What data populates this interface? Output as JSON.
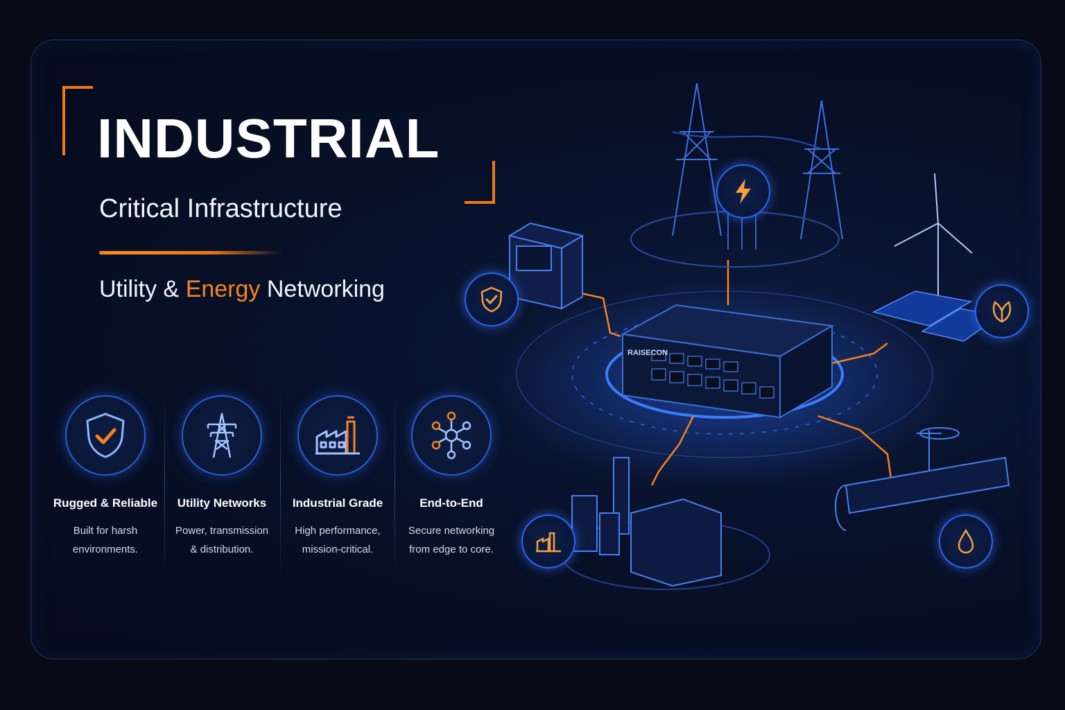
{
  "hero": {
    "title": "INDUSTRIAL",
    "subtitle": "Critical Infrastructure",
    "tagline_pre": "Utility & ",
    "tagline_accent": "Energy",
    "tagline_post": " Networking"
  },
  "features": [
    {
      "title": "Rugged & Reliable",
      "desc_line1": "Built for harsh",
      "desc_line2": "environments.",
      "icon": "shield-check-icon"
    },
    {
      "title": "Utility Networks",
      "desc_line1": "Power, transmission",
      "desc_line2": "& distribution.",
      "icon": "power-tower-icon"
    },
    {
      "title": "Industrial Grade",
      "desc_line1": "High performance,",
      "desc_line2": "mission-critical.",
      "icon": "factory-icon"
    },
    {
      "title": "End-to-End",
      "desc_line1": "Secure networking",
      "desc_line2": "from edge to core.",
      "icon": "network-hub-icon"
    }
  ],
  "device": {
    "brand": "RAISECON"
  },
  "colors": {
    "accent_orange": "#f07a12",
    "accent_blue": "#2a66ff",
    "background": "#070b18"
  }
}
